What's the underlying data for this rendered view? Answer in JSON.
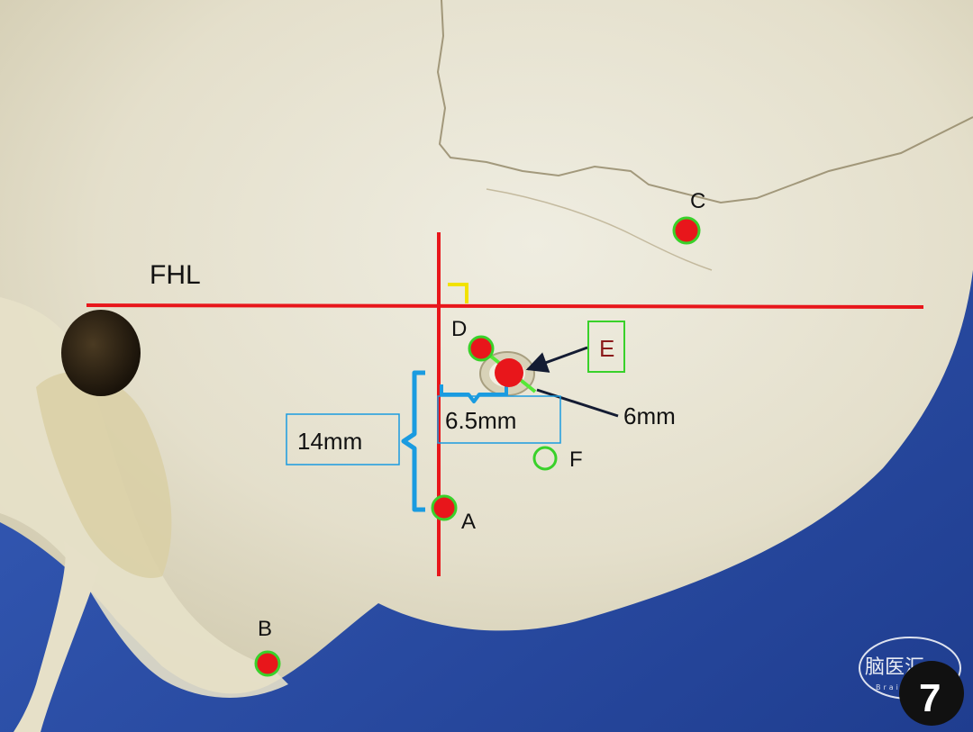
{
  "labels": {
    "fhl": "FHL",
    "a": "A",
    "b": "B",
    "c": "C",
    "d": "D",
    "e": "E",
    "f": "F"
  },
  "measurements": {
    "vertical": "14mm",
    "horizontal": "6.5mm",
    "diagonal": "6mm"
  },
  "watermark": {
    "text": "脑医汇",
    "sub": "BrainMed",
    "badge": "7"
  },
  "colors": {
    "reference_line": "#e8161b",
    "point_fill": "#e8161b",
    "point_ring": "#39d12a",
    "bracket": "#1a9be0",
    "diagonal_line": "#55e836",
    "right_angle_mark": "#f2e200",
    "arrow": "#141c33",
    "label_e": "#8b1a1a"
  }
}
